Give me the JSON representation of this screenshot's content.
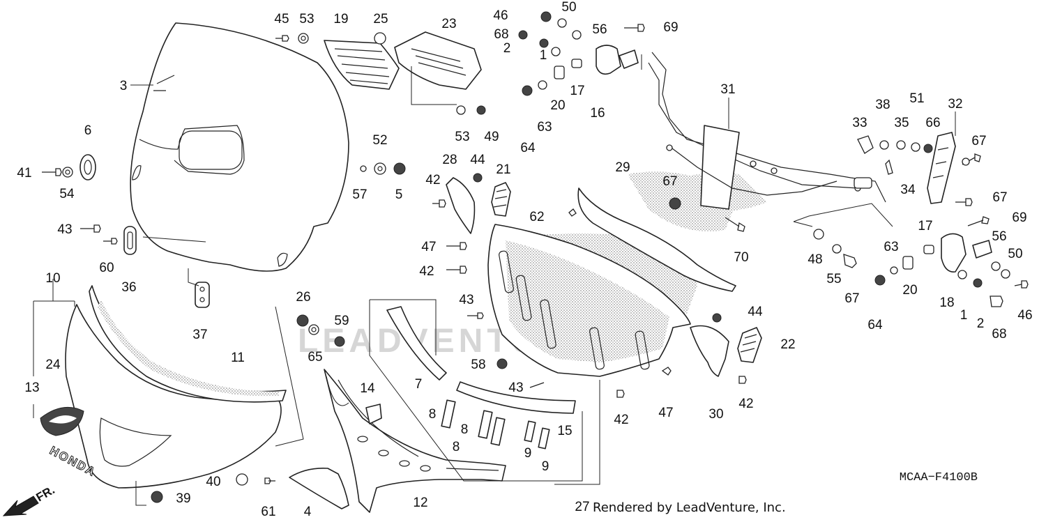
{
  "diagram": {
    "code": "MCAA−F4100B",
    "footer": "Rendered by LeadVenture, Inc.",
    "watermark": "LEADVENTURE",
    "direction_label": "FR.",
    "logo_text": "HONDA",
    "part_labels": [
      {
        "id": "l1a",
        "text": "1"
      },
      {
        "id": "l1b",
        "text": "1"
      },
      {
        "id": "l2a",
        "text": "2"
      },
      {
        "id": "l2b",
        "text": "2"
      },
      {
        "id": "l3",
        "text": "3"
      },
      {
        "id": "l4",
        "text": "4"
      },
      {
        "id": "l5",
        "text": "5"
      },
      {
        "id": "l6",
        "text": "6"
      },
      {
        "id": "l7",
        "text": "7"
      },
      {
        "id": "l8a",
        "text": "8"
      },
      {
        "id": "l8b",
        "text": "8"
      },
      {
        "id": "l8c",
        "text": "8"
      },
      {
        "id": "l9a",
        "text": "9"
      },
      {
        "id": "l9b",
        "text": "9"
      },
      {
        "id": "l10",
        "text": "10"
      },
      {
        "id": "l11",
        "text": "11"
      },
      {
        "id": "l12",
        "text": "12"
      },
      {
        "id": "l13",
        "text": "13"
      },
      {
        "id": "l14",
        "text": "14"
      },
      {
        "id": "l15",
        "text": "15"
      },
      {
        "id": "l16",
        "text": "16"
      },
      {
        "id": "l17a",
        "text": "17"
      },
      {
        "id": "l17b",
        "text": "17"
      },
      {
        "id": "l18",
        "text": "18"
      },
      {
        "id": "l19",
        "text": "19"
      },
      {
        "id": "l20a",
        "text": "20"
      },
      {
        "id": "l20b",
        "text": "20"
      },
      {
        "id": "l21",
        "text": "21"
      },
      {
        "id": "l22",
        "text": "22"
      },
      {
        "id": "l23",
        "text": "23"
      },
      {
        "id": "l24",
        "text": "24"
      },
      {
        "id": "l25",
        "text": "25"
      },
      {
        "id": "l26",
        "text": "26"
      },
      {
        "id": "l27",
        "text": "27"
      },
      {
        "id": "l28",
        "text": "28"
      },
      {
        "id": "l29",
        "text": "29"
      },
      {
        "id": "l30",
        "text": "30"
      },
      {
        "id": "l31",
        "text": "31"
      },
      {
        "id": "l32",
        "text": "32"
      },
      {
        "id": "l33",
        "text": "33"
      },
      {
        "id": "l34",
        "text": "34"
      },
      {
        "id": "l35",
        "text": "35"
      },
      {
        "id": "l36",
        "text": "36"
      },
      {
        "id": "l37",
        "text": "37"
      },
      {
        "id": "l38",
        "text": "38"
      },
      {
        "id": "l39",
        "text": "39"
      },
      {
        "id": "l40",
        "text": "40"
      },
      {
        "id": "l41",
        "text": "41"
      },
      {
        "id": "l42a",
        "text": "42"
      },
      {
        "id": "l42b",
        "text": "42"
      },
      {
        "id": "l42c",
        "text": "42"
      },
      {
        "id": "l42d",
        "text": "42"
      },
      {
        "id": "l43a",
        "text": "43"
      },
      {
        "id": "l43b",
        "text": "43"
      },
      {
        "id": "l43c",
        "text": "43"
      },
      {
        "id": "l44a",
        "text": "44"
      },
      {
        "id": "l44b",
        "text": "44"
      },
      {
        "id": "l45",
        "text": "45"
      },
      {
        "id": "l46a",
        "text": "46"
      },
      {
        "id": "l46b",
        "text": "46"
      },
      {
        "id": "l47a",
        "text": "47"
      },
      {
        "id": "l47b",
        "text": "47"
      },
      {
        "id": "l48",
        "text": "48"
      },
      {
        "id": "l49",
        "text": "49"
      },
      {
        "id": "l50a",
        "text": "50"
      },
      {
        "id": "l50b",
        "text": "50"
      },
      {
        "id": "l51",
        "text": "51"
      },
      {
        "id": "l52",
        "text": "52"
      },
      {
        "id": "l53a",
        "text": "53"
      },
      {
        "id": "l53b",
        "text": "53"
      },
      {
        "id": "l54",
        "text": "54"
      },
      {
        "id": "l55",
        "text": "55"
      },
      {
        "id": "l56a",
        "text": "56"
      },
      {
        "id": "l56b",
        "text": "56"
      },
      {
        "id": "l57",
        "text": "57"
      },
      {
        "id": "l58",
        "text": "58"
      },
      {
        "id": "l59",
        "text": "59"
      },
      {
        "id": "l60",
        "text": "60"
      },
      {
        "id": "l61",
        "text": "61"
      },
      {
        "id": "l62",
        "text": "62"
      },
      {
        "id": "l63a",
        "text": "63"
      },
      {
        "id": "l63b",
        "text": "63"
      },
      {
        "id": "l64a",
        "text": "64"
      },
      {
        "id": "l64b",
        "text": "64"
      },
      {
        "id": "l65",
        "text": "65"
      },
      {
        "id": "l66",
        "text": "66"
      },
      {
        "id": "l67a",
        "text": "67"
      },
      {
        "id": "l67b",
        "text": "67"
      },
      {
        "id": "l67c",
        "text": "67"
      },
      {
        "id": "l67d",
        "text": "67"
      },
      {
        "id": "l68a",
        "text": "68"
      },
      {
        "id": "l68b",
        "text": "68"
      },
      {
        "id": "l69a",
        "text": "69"
      },
      {
        "id": "l69b",
        "text": "69"
      },
      {
        "id": "l70",
        "text": "70"
      }
    ]
  }
}
